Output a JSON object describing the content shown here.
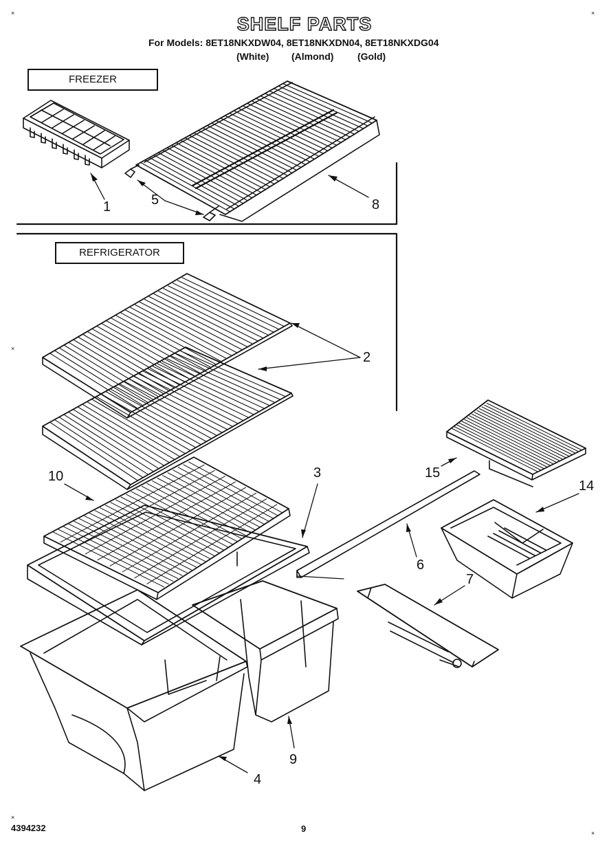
{
  "header": {
    "title": "SHELF PARTS",
    "models_line": "For Models: 8ET18NKXDW04, 8ET18NKXDN04, 8ET18NKXDG04",
    "color_white": "(White)",
    "color_almond": "(Almond)",
    "color_gold": "(Gold)"
  },
  "sections": {
    "freezer": "FREEZER",
    "refrigerator": "REFRIGERATOR"
  },
  "callouts": {
    "c1": "1",
    "c2": "2",
    "c3": "3",
    "c4": "4",
    "c5": "5",
    "c6": "6",
    "c7": "7",
    "c8": "8",
    "c9": "9",
    "c10": "10",
    "c14": "14",
    "c15": "15"
  },
  "footer": {
    "doc_number": "4394232",
    "page_number": "9"
  },
  "corner_marks": {
    "tl": "×",
    "tr": "×",
    "ml": "×",
    "bl": "×",
    "br": "×"
  }
}
